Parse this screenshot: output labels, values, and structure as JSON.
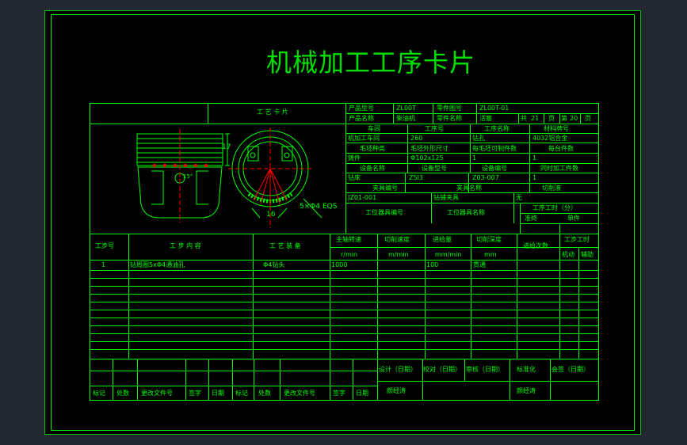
{
  "card": {
    "title": "机械加工工序卡片",
    "header_label": "工 艺 卡 片",
    "product_model_label": "产品型号",
    "product_model_value": "ZL00T",
    "part_drawing_no_label": "零件图号",
    "part_drawing_no_value": "ZL00T-01",
    "product_name_label": "产品名称",
    "product_name_value": "柴油机",
    "part_name_label": "零件名称",
    "part_name_value": "活塞",
    "total_label": "共",
    "total_value": "21",
    "page_unit_1": "页",
    "page_label": "第",
    "page_value": "20",
    "page_unit_2": "页"
  },
  "info": {
    "workshop_label": "车间",
    "process_no_label": "工序号",
    "process_name_label": "工序名称",
    "material_label": "材料牌号",
    "workshop_value": "机加工车间",
    "process_no_value": "260",
    "process_name_value": "钻孔",
    "material_value": "4032铝合金",
    "blank_type_label": "毛坯种类",
    "blank_size_label": "毛坯外形尺寸",
    "blank_count_label": "每毛坯可制件数",
    "per_unit_label": "每台件数",
    "blank_type_value": "铸件",
    "blank_size_value": "Φ102x125",
    "blank_count_value": "1",
    "per_unit_value": "1",
    "equip_name_label": "设备名称",
    "equip_model_label": "设备型号",
    "equip_no_label": "设备编号",
    "simul_label": "同时加工件数",
    "equip_name_value": "钻床",
    "equip_model_value": "Z5I3",
    "equip_no_value": "Z03-007",
    "simul_value": "1",
    "fixture_no_label": "夹具编号",
    "fixture_name_label": "夹具名称",
    "coolant_label": "切削液",
    "fixture_no_value": "JZ01-001",
    "fixture_name_value": "钻铺夹具",
    "coolant_value": "无",
    "station_tool_no_label": "工位器具编号",
    "station_tool_name_label": "工位器具名称",
    "std_time_label": "工序工时（分）",
    "prep_label": "准终",
    "single_label": "单件"
  },
  "drawing": {
    "dim_height": "17",
    "dim_groove": "16",
    "hole_note": "5×Φ4 EQS",
    "angle_note": "15°"
  },
  "steps_table": {
    "col_step_no": "工步号",
    "col_content": "工 步 内 容",
    "col_equipment": "工 艺 装 备",
    "col_speed": "主轴转速",
    "col_cut_speed": "切削速度",
    "col_feed": "进给量",
    "col_depth": "切削深度",
    "col_passes": "进给次数",
    "col_hours": "工步工时",
    "unit_speed": "r/min",
    "unit_cut_speed": "m/min",
    "unit_feed": "mm/min",
    "unit_depth": "mm",
    "hours_machine": "机动",
    "hours_aux": "辅助",
    "rows": [
      {
        "no": "1",
        "content": "钻周圈5xΦ4通油孔",
        "equipment": "Φ4钻头",
        "speed": "1000",
        "cut_speed": "",
        "feed": "100",
        "depth": "贯通",
        "passes": "",
        "machine": "",
        "aux": ""
      }
    ]
  },
  "footer": {
    "design_label": "设计（日期）",
    "check_label": "校对（日期）",
    "review_label": "审核（日期）",
    "standard_label": "标准化",
    "sign_label": "会签（日期）",
    "mark1": "标记",
    "count1": "处数",
    "doc1": "更改文件号",
    "sig1": "签字",
    "date1": "日期",
    "mark2": "标记",
    "count2": "处数",
    "doc2": "更改文件号",
    "sig2": "签字",
    "date2": "日期",
    "author1": "颜经涛",
    "author2": "颜经涛"
  },
  "colors": {
    "line": "#00ff00",
    "accent_red": "#ff0000",
    "frame_bg": "#000000",
    "outer_bg": "#212830"
  }
}
